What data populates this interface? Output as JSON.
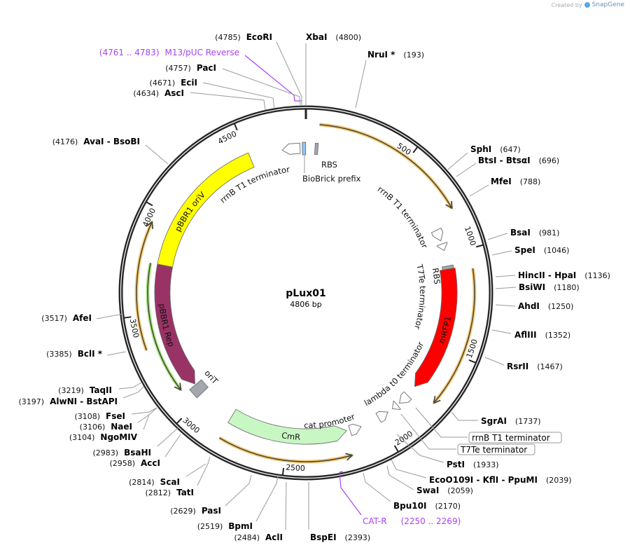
{
  "branding": {
    "created_by": "Created by",
    "app": "SnapGene"
  },
  "plasmid": {
    "name": "pLux01",
    "length": 4806,
    "length_label": "4806 bp"
  },
  "ticks": [
    {
      "position": 500,
      "label": "500"
    },
    {
      "position": 1000,
      "label": "1000"
    },
    {
      "position": 1500,
      "label": "1500"
    },
    {
      "position": 2000,
      "label": "2000"
    },
    {
      "position": 2500,
      "label": "2500"
    },
    {
      "position": 3000,
      "label": "3000"
    },
    {
      "position": 3500,
      "label": "3500"
    },
    {
      "position": 4000,
      "label": "4000"
    },
    {
      "position": 4500,
      "label": "4500"
    }
  ],
  "features": [
    {
      "name": "rrnB T1 terminator",
      "start": 4680,
      "end": 4775,
      "direction": "reverse",
      "type": "terminator",
      "color": "#ffffff"
    },
    {
      "name": "BioBrick prefix",
      "start": 4787,
      "end": 4805,
      "direction": "none",
      "type": "misc",
      "color": "#8fc3f7"
    },
    {
      "name": "RBS",
      "start": 48,
      "end": 64,
      "direction": "none",
      "type": "rbs",
      "color": "#a3a7ae"
    },
    {
      "name": "rrnB T1 terminator",
      "start": 860,
      "end": 920,
      "direction": "forward",
      "type": "terminator",
      "color": "#ffffff"
    },
    {
      "name": "T7Te terminator",
      "start": 938,
      "end": 975,
      "direction": "forward",
      "type": "terminator",
      "color": "#ffffff"
    },
    {
      "name": "RBS",
      "start": 1058,
      "end": 1075,
      "direction": "none",
      "type": "rbs",
      "color": "#a3a7ae"
    },
    {
      "name": "mRFP1",
      "start": 1075,
      "end": 1745,
      "direction": "forward",
      "type": "cds",
      "color": "#ff0000"
    },
    {
      "name": "rrnB T1 terminator",
      "start": 1805,
      "end": 1865,
      "direction": "forward",
      "type": "terminator",
      "color": "#ffffff"
    },
    {
      "name": "T7Te terminator",
      "start": 1880,
      "end": 1912,
      "direction": "forward",
      "type": "terminator",
      "color": "#ffffff"
    },
    {
      "name": "lambda t0 terminator",
      "start": 1942,
      "end": 2000,
      "direction": "reverse",
      "type": "terminator",
      "color": "#ffffff"
    },
    {
      "name": "cat promoter",
      "start": 2103,
      "end": 2165,
      "direction": "reverse",
      "type": "promoter",
      "color": "#ffffff"
    },
    {
      "name": "CmR",
      "start": 2183,
      "end": 2817,
      "direction": "reverse",
      "type": "cds",
      "color": "#c9f7c4"
    },
    {
      "name": "oriT",
      "start": 3018,
      "end": 3074,
      "direction": "none",
      "type": "origin",
      "color": "#a3a7ae"
    },
    {
      "name": "pBBR1 Rep",
      "start": 3079,
      "end": 3751,
      "direction": "reverse",
      "type": "cds",
      "color": "#993366"
    },
    {
      "name": "pBBR1 oriV",
      "start": 3751,
      "end": 4507,
      "direction": "none",
      "type": "origin",
      "color": "#ffff00"
    }
  ],
  "orfs": [
    {
      "start": 62,
      "end": 800,
      "direction": "forward",
      "color": "#f5b94a"
    },
    {
      "start": 1090,
      "end": 1745,
      "direction": "forward",
      "color": "#f5b94a"
    },
    {
      "start": 2190,
      "end": 2815,
      "direction": "reverse",
      "color": "#f5b94a"
    },
    {
      "start": 3340,
      "end": 3935,
      "direction": "forward",
      "color": "#f5b94a"
    },
    {
      "start": 3100,
      "end": 3750,
      "direction": "reverse",
      "color": "#8ee05a"
    }
  ],
  "primers": [
    {
      "name": "M13/pUC Reverse",
      "range": "(4761 .. 4783)",
      "color": "#a742f5"
    },
    {
      "name": "CAT-R",
      "range": "(2250 .. 2269)",
      "color": "#a742f5"
    }
  ],
  "sites": [
    {
      "name": "EcoRI",
      "position": "(4785)"
    },
    {
      "name": "XbaI",
      "position": "(4800)"
    },
    {
      "name": "NruI *",
      "position": "(193)"
    },
    {
      "name": "PacI",
      "position": "(4757)"
    },
    {
      "name": "EciI",
      "position": "(4671)"
    },
    {
      "name": "AscI",
      "position": "(4634)"
    },
    {
      "name": "AvaI  - BsoBI",
      "position": "(4176)"
    },
    {
      "name": "SphI",
      "position": "(647)"
    },
    {
      "name": "BtsI  - BtsαI",
      "position": "(696)"
    },
    {
      "name": "MfeI",
      "position": "(788)"
    },
    {
      "name": "BsaI",
      "position": "(981)"
    },
    {
      "name": "SpeI",
      "position": "(1046)"
    },
    {
      "name": "HincII  - HpaI",
      "position": "(1136)"
    },
    {
      "name": "BsiWI",
      "position": "(1180)"
    },
    {
      "name": "AhdI",
      "position": "(1250)"
    },
    {
      "name": "AflIII",
      "position": "(1352)"
    },
    {
      "name": "RsrII",
      "position": "(1467)"
    },
    {
      "name": "SgrAI",
      "position": "(1737)"
    },
    {
      "name": "PstI",
      "position": "(1933)"
    },
    {
      "name": "EcoO109I  - KflI  - PpuMI",
      "position": "(2039)"
    },
    {
      "name": "SwaI",
      "position": "(2059)"
    },
    {
      "name": "Bpu10I",
      "position": "(2170)"
    },
    {
      "name": "BspEI",
      "position": "(2393)"
    },
    {
      "name": "AclI",
      "position": "(2484)"
    },
    {
      "name": "BpmI",
      "position": "(2519)"
    },
    {
      "name": "PasI",
      "position": "(2629)"
    },
    {
      "name": "TatI",
      "position": "(2812)"
    },
    {
      "name": "ScaI",
      "position": "(2814)"
    },
    {
      "name": "AccI",
      "position": "(2958)"
    },
    {
      "name": "BsaHI",
      "position": "(2983)"
    },
    {
      "name": "NgoMIV",
      "position": "(3104)"
    },
    {
      "name": "NaeI",
      "position": "(3106)"
    },
    {
      "name": "FseI",
      "position": "(3108)"
    },
    {
      "name": "AlwNI  - BstAPI",
      "position": "(3197)"
    },
    {
      "name": "TaqII",
      "position": "(3219)"
    },
    {
      "name": "BclI *",
      "position": "(3385)"
    },
    {
      "name": "AfeI",
      "position": "(3517)"
    }
  ]
}
